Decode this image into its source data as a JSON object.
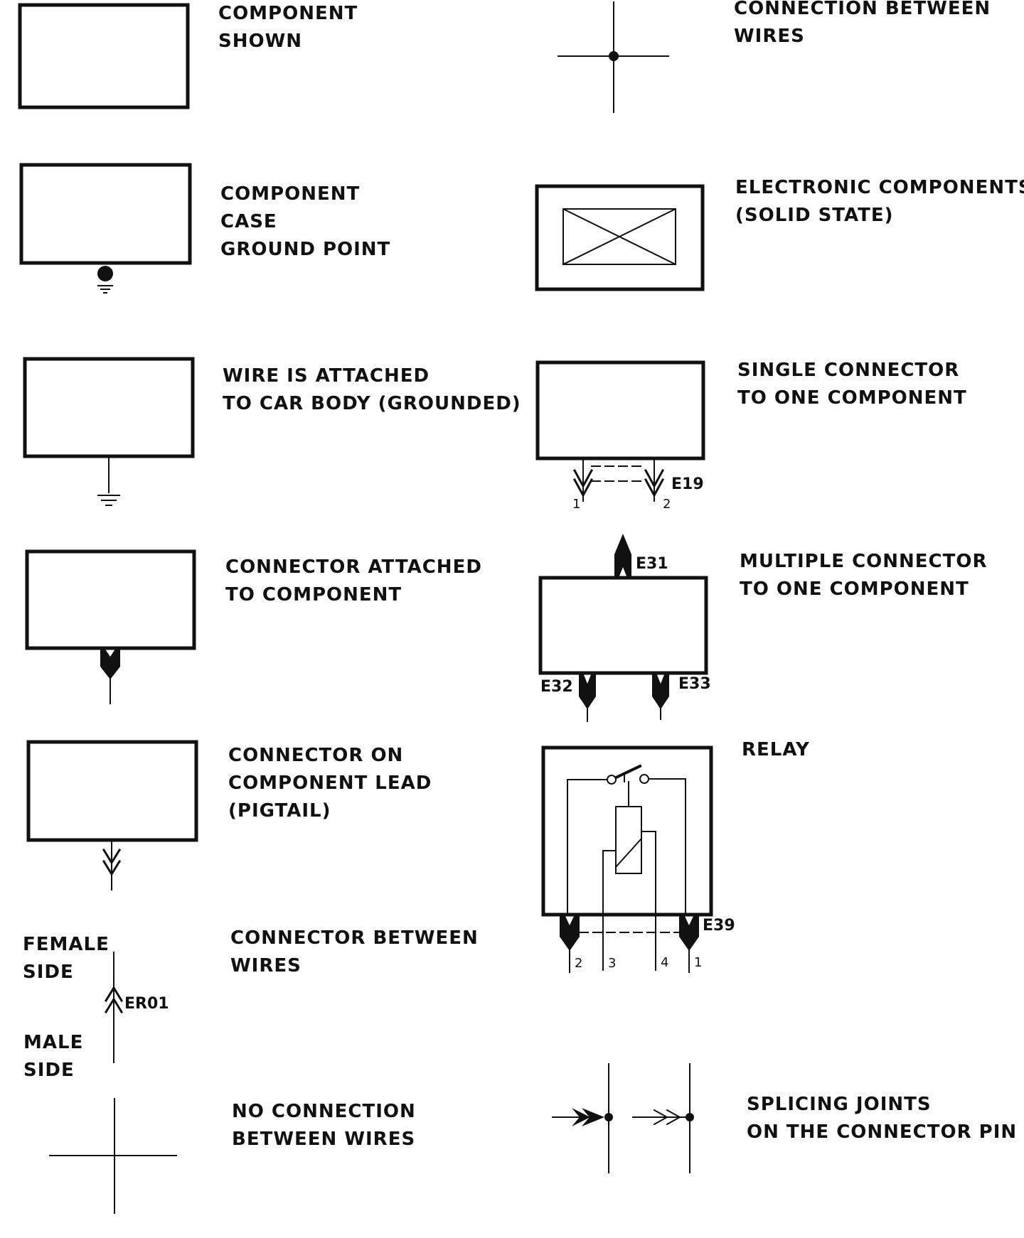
{
  "colors": {
    "ink": "#111111",
    "paper": "#ffffff"
  },
  "legend": [
    {
      "id": "component-shown",
      "lines": [
        "COMPONENT",
        "SHOWN"
      ]
    },
    {
      "id": "connection-between-wires",
      "lines": [
        "CONNECTION BETWEEN",
        "WIRES"
      ]
    },
    {
      "id": "component-case-ground-point",
      "lines": [
        "COMPONENT",
        "CASE",
        "GROUND POINT"
      ]
    },
    {
      "id": "electronic-components",
      "lines": [
        "ELECTRONIC COMPONENTS",
        "(SOLID STATE)"
      ]
    },
    {
      "id": "wire-attached-to-car-body",
      "lines": [
        "WIRE IS ATTACHED",
        "TO CAR BODY (GROUNDED)"
      ]
    },
    {
      "id": "single-connector",
      "lines": [
        "SINGLE CONNECTOR",
        "TO ONE COMPONENT"
      ]
    },
    {
      "id": "connector-attached-to-component",
      "lines": [
        "CONNECTOR ATTACHED",
        "TO COMPONENT"
      ]
    },
    {
      "id": "multiple-connector",
      "lines": [
        "MULTIPLE CONNECTOR",
        "TO ONE COMPONENT"
      ]
    },
    {
      "id": "connector-on-component-lead",
      "lines": [
        "CONNECTOR ON",
        "COMPONENT LEAD",
        "(PIGTAIL)"
      ]
    },
    {
      "id": "relay",
      "lines": [
        "RELAY"
      ]
    },
    {
      "id": "connector-between-wires",
      "lines": [
        "CONNECTOR BETWEEN",
        "WIRES"
      ]
    },
    {
      "id": "no-connection-between-wires",
      "lines": [
        "NO CONNECTION",
        "BETWEEN WIRES"
      ]
    },
    {
      "id": "splicing-joints",
      "lines": [
        "SPLICING JOINTS",
        "ON THE CONNECTOR PIN"
      ]
    }
  ],
  "side_labels": {
    "female": [
      "FEMALE",
      "SIDE"
    ],
    "male": [
      "MALE",
      "SIDE"
    ]
  },
  "connector_codes": {
    "e19": "E19",
    "e31": "E31",
    "e32": "E32",
    "e33": "E33",
    "e39": "E39",
    "er01": "ER01"
  },
  "pins": {
    "single": [
      "1",
      "2"
    ],
    "relay": [
      "2",
      "3",
      "4",
      "1"
    ]
  }
}
